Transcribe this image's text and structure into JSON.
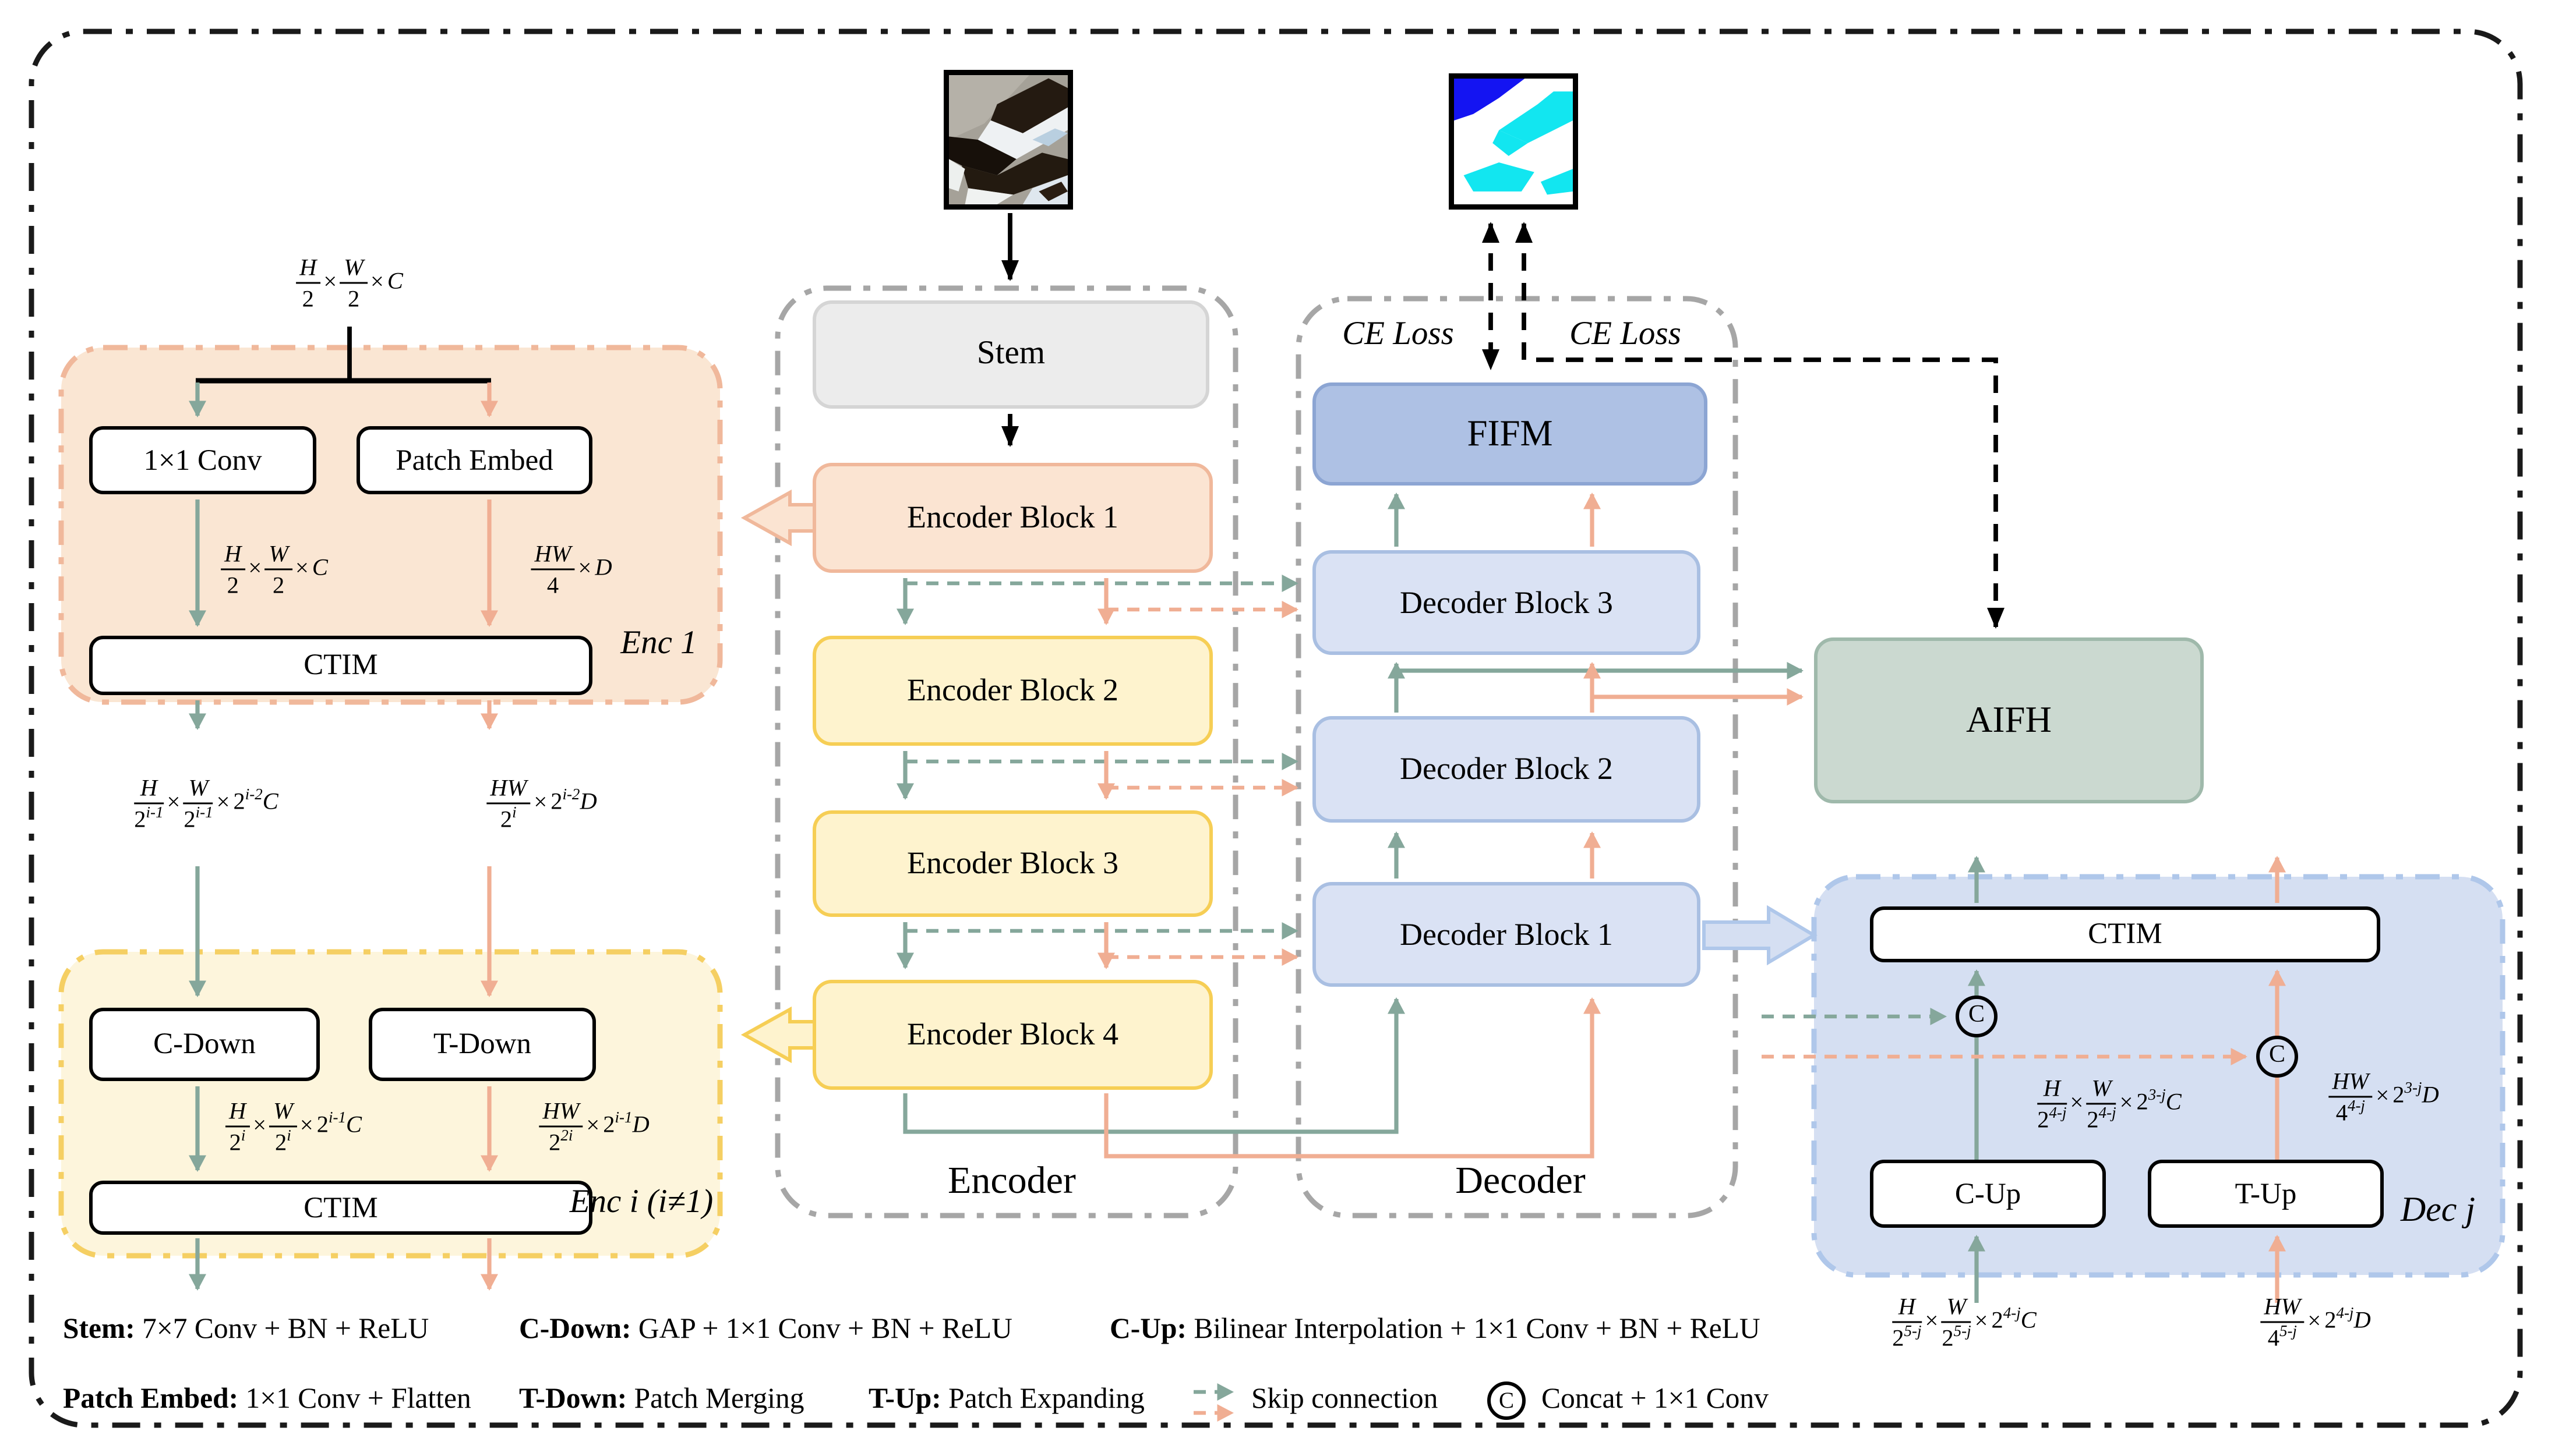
{
  "images": {
    "input": "satellite-input-patch",
    "ground_truth": "segmentation-ground-truth"
  },
  "top": {
    "ce_loss_left": "CE Loss",
    "ce_loss_right": "CE Loss"
  },
  "encoder": {
    "title": "Encoder",
    "stem": "Stem",
    "block1": "Encoder Block 1",
    "block2": "Encoder Block 2",
    "block3": "Encoder Block 3",
    "block4": "Encoder Block 4"
  },
  "decoder": {
    "title": "Decoder",
    "fifm": "FIFM",
    "block3": "Decoder Block 3",
    "block2": "Decoder Block 2",
    "block1": "Decoder Block 1"
  },
  "aifh": {
    "label": "AIFH"
  },
  "enc1": {
    "label": "Enc 1",
    "conv": "1×1 Conv",
    "patch_embed": "Patch Embed",
    "ctim": "CTIM"
  },
  "enci": {
    "label": "Enc i (i≠1)",
    "c_down": "C-Down",
    "t_down": "T-Down",
    "ctim": "CTIM"
  },
  "decj": {
    "label": "Dec j",
    "ctim": "CTIM",
    "c_up": "C-Up",
    "t_up": "T-Up",
    "concat_symbol": "C"
  },
  "legend": {
    "row1": [
      {
        "term": "Stem:",
        "def": "7×7 Conv + BN + ReLU"
      },
      {
        "term": "C-Down:",
        "def": "GAP + 1×1 Conv + BN + ReLU"
      },
      {
        "term": "C-Up:",
        "def": "Bilinear Interpolation + 1×1 Conv + BN + ReLU"
      }
    ],
    "row2": [
      {
        "term": "Patch Embed:",
        "def": "1×1 Conv + Flatten"
      },
      {
        "term": "T-Down:",
        "def": "Patch Merging"
      },
      {
        "term": "T-Up:",
        "def": "Patch Expanding"
      }
    ],
    "skip": "Skip connection",
    "concat_symbol": "C",
    "concat": "Concat + 1×1 Conv"
  },
  "formulas": {
    "enc1_top": [
      {
        "f": {
          "n": [
            {
              "v": "H"
            }
          ],
          "d": [
            {
              "t": "2"
            }
          ]
        }
      },
      {
        "o": "×"
      },
      {
        "f": {
          "n": [
            {
              "v": "W"
            }
          ],
          "d": [
            {
              "t": "2"
            }
          ]
        }
      },
      {
        "o": "×"
      },
      {
        "v": "C"
      }
    ],
    "enc1_out_conv": [
      {
        "f": {
          "n": [
            {
              "v": "H"
            }
          ],
          "d": [
            {
              "t": "2"
            }
          ]
        }
      },
      {
        "o": "×"
      },
      {
        "f": {
          "n": [
            {
              "v": "W"
            }
          ],
          "d": [
            {
              "t": "2"
            }
          ]
        }
      },
      {
        "o": "×"
      },
      {
        "v": "C"
      }
    ],
    "enc1_out_embed": [
      {
        "f": {
          "n": [
            {
              "v": "HW"
            }
          ],
          "d": [
            {
              "t": "4"
            }
          ]
        }
      },
      {
        "o": "×"
      },
      {
        "v": "D"
      }
    ],
    "enci_in_c": [
      {
        "f": {
          "n": [
            {
              "v": "H"
            }
          ],
          "d": [
            {
              "t": "2",
              "s": "i-1"
            }
          ]
        }
      },
      {
        "o": "×"
      },
      {
        "f": {
          "n": [
            {
              "v": "W"
            }
          ],
          "d": [
            {
              "t": "2",
              "s": "i-1"
            }
          ]
        }
      },
      {
        "o": "×"
      },
      {
        "t": "2",
        "s": "i-2"
      },
      {
        "v": "C"
      }
    ],
    "enci_in_t": [
      {
        "f": {
          "n": [
            {
              "v": "HW"
            }
          ],
          "d": [
            {
              "t": "2",
              "s": "i"
            }
          ]
        }
      },
      {
        "o": "×"
      },
      {
        "t": "2",
        "s": "i-2"
      },
      {
        "v": "D"
      }
    ],
    "enci_mid_c": [
      {
        "f": {
          "n": [
            {
              "v": "H"
            }
          ],
          "d": [
            {
              "t": "2",
              "s": "i"
            }
          ]
        }
      },
      {
        "o": "×"
      },
      {
        "f": {
          "n": [
            {
              "v": "W"
            }
          ],
          "d": [
            {
              "t": "2",
              "s": "i"
            }
          ]
        }
      },
      {
        "o": "×"
      },
      {
        "t": "2",
        "s": "i-1"
      },
      {
        "v": "C"
      }
    ],
    "enci_mid_t": [
      {
        "f": {
          "n": [
            {
              "v": "HW"
            }
          ],
          "d": [
            {
              "t": "2",
              "s": "2i"
            }
          ]
        }
      },
      {
        "o": "×"
      },
      {
        "t": "2",
        "s": "i-1"
      },
      {
        "v": "D"
      }
    ],
    "decj_mid_c": [
      {
        "f": {
          "n": [
            {
              "v": "H"
            }
          ],
          "d": [
            {
              "t": "2",
              "s": "4-j"
            }
          ]
        }
      },
      {
        "o": "×"
      },
      {
        "f": {
          "n": [
            {
              "v": "W"
            }
          ],
          "d": [
            {
              "t": "2",
              "s": "4-j"
            }
          ]
        }
      },
      {
        "o": "×"
      },
      {
        "t": "2",
        "s": "3-j"
      },
      {
        "v": "C"
      }
    ],
    "decj_mid_t": [
      {
        "f": {
          "n": [
            {
              "v": "HW"
            }
          ],
          "d": [
            {
              "t": "4",
              "s": "4-j"
            }
          ]
        }
      },
      {
        "o": "×"
      },
      {
        "t": "2",
        "s": "3-j"
      },
      {
        "v": "D"
      }
    ],
    "decj_in_c": [
      {
        "f": {
          "n": [
            {
              "v": "H"
            }
          ],
          "d": [
            {
              "t": "2",
              "s": "5-j"
            }
          ]
        }
      },
      {
        "o": "×"
      },
      {
        "f": {
          "n": [
            {
              "v": "W"
            }
          ],
          "d": [
            {
              "t": "2",
              "s": "5-j"
            }
          ]
        }
      },
      {
        "o": "×"
      },
      {
        "t": "2",
        "s": "4-j"
      },
      {
        "v": "C"
      }
    ],
    "decj_in_t": [
      {
        "f": {
          "n": [
            {
              "v": "HW"
            }
          ],
          "d": [
            {
              "t": "4",
              "s": "5-j"
            }
          ]
        }
      },
      {
        "o": "×"
      },
      {
        "t": "2",
        "s": "4-j"
      },
      {
        "v": "D"
      }
    ]
  },
  "colors": {
    "teal_arrow": "#85A79B",
    "salmon_arrow": "#F0AE93",
    "peach_fill": "#FBE4D2",
    "peach_border": "#F0B89B",
    "yellow_fill": "#FEF3CE",
    "yellow_border": "#F6CE55",
    "decoder_block_fill": "#DAE2F4",
    "decoder_block_border": "#A9BFE2",
    "fifm_fill": "#AEC1E4",
    "fifm_border": "#8CA5D3",
    "aifh_fill": "#CBD9D0",
    "aifh_border": "#9FB9AB",
    "decj_fill": "#D5DFF2",
    "decj_border": "#AFC7EA",
    "enc1_fill": "#FAE6D3",
    "enci_fill": "#FDF5DC",
    "stem_fill": "#ECECEC",
    "stem_border": "#D5D5D5",
    "container_gray": "#A6A6A6",
    "gt_blue": "#1414F2",
    "gt_cyan": "#12E6F0"
  }
}
